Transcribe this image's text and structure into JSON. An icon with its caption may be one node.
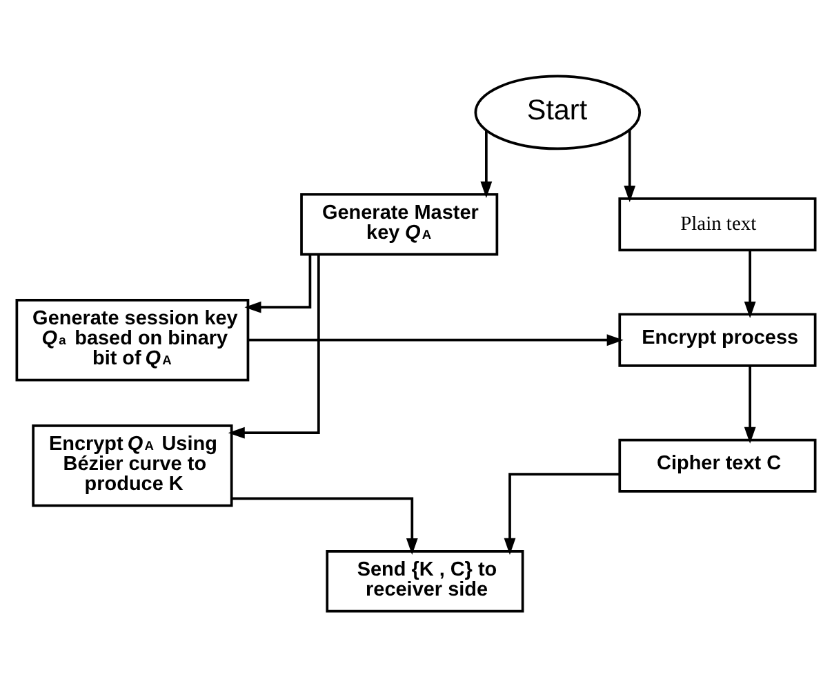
{
  "diagram": {
    "nodes": [
      {
        "text": [
          "Start"
        ]
      },
      {
        "text": [
          "Generate Master key *Q*$_{A}$"
        ]
      },
      {
        "text": [
          "Plain text"
        ]
      },
      {
        "text": [
          "Generate session key *Q*$_{a}$ based on binary bit of *Q*$_{A}$"
        ]
      },
      {
        "text": [
          "Encrypt process"
        ]
      },
      {
        "text": [
          "Encrypt *Q*$_{A}$ Using Bézier curve to produce K"
        ]
      },
      {
        "text": [
          "Cipher text C"
        ]
      },
      {
        "text": [
          "Send {K , C} to receiver side"
        ]
      }
    ],
    "edges": [
      {
        "from": 0,
        "to": 1,
        "arrow": "to"
      },
      {
        "from": 0,
        "to": 2,
        "arrow": "to"
      },
      {
        "from": 1,
        "to": 3,
        "arrow": "to"
      },
      {
        "from": 1,
        "to": 5,
        "arrow": "to"
      },
      {
        "from": 3,
        "to": 4,
        "arrow": "to"
      },
      {
        "from": 2,
        "to": 4,
        "arrow": "to"
      },
      {
        "from": 4,
        "to": 6,
        "arrow": "to"
      },
      {
        "from": 5,
        "to": 7,
        "arrow": "to"
      },
      {
        "from": 6,
        "to": 7,
        "arrow": "to"
      }
    ]
  }
}
